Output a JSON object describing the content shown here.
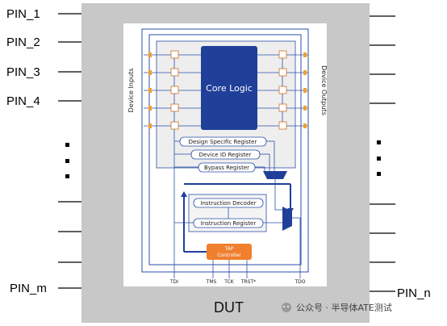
{
  "left_pins": [
    "PIN_1",
    "PIN_2",
    "PIN_3",
    "PIN_4"
  ],
  "bottom_left_pin": "PIN_m",
  "bottom_right_pin": "PIN_n",
  "dut_label": "DUT",
  "core_label": "Core Logic",
  "device_inputs_label": "Device Inputs",
  "device_outputs_label": "Device Outputs",
  "registers": {
    "design_specific": "Design Specific Register",
    "device_id": "Device ID Register",
    "bypass": "Bypass Register",
    "instruction_decoder": "Instruction Decoder",
    "instruction_register": "Instruction Register"
  },
  "tap_controller": [
    "TAP",
    "Controller"
  ],
  "jtag_signals": {
    "tdi": "TDI",
    "tms": "TMS",
    "tck": "TCK",
    "trst": "TRST*",
    "tdo": "TDO"
  },
  "watermark": "公众号 · 半导体ATE测试",
  "colors": {
    "dut_body": "#c8c8c8",
    "core": "#1f3f99",
    "wire": "#2a4fa8",
    "tap": "#f07f2e"
  }
}
